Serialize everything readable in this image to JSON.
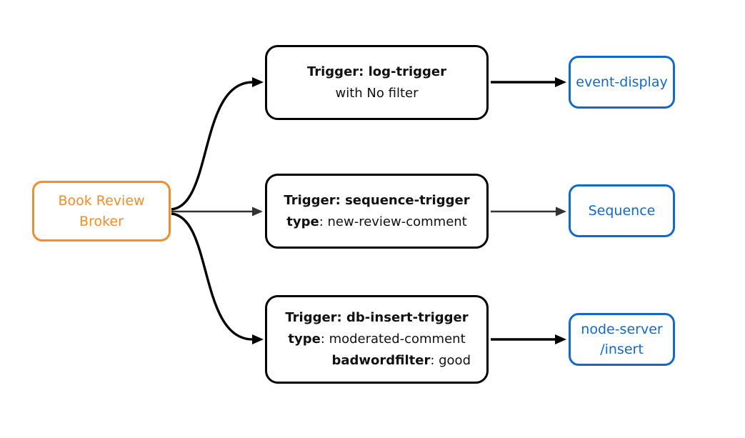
{
  "colors": {
    "background": "#ffffff",
    "broker_accent": "#EF8E2C",
    "trigger_border": "#000000",
    "trigger_text": "#111111",
    "sink_accent": "#1269C7",
    "edge_primary": "#000000",
    "edge_secondary": "#333333"
  },
  "broker": {
    "id": "book-review-broker",
    "lines": [
      {
        "segs": [
          {
            "t": "Book Review"
          }
        ]
      },
      {
        "segs": [
          {
            "t": "Broker"
          }
        ]
      }
    ]
  },
  "triggers": [
    {
      "id": "log-trigger",
      "lines": [
        {
          "segs": [
            {
              "t": "Trigger: log-trigger",
              "b": true
            }
          ]
        },
        {
          "segs": [
            {
              "t": "with No filter"
            }
          ]
        }
      ]
    },
    {
      "id": "sequence-trigger",
      "lines": [
        {
          "segs": [
            {
              "t": "Trigger: sequence-trigger",
              "b": true
            }
          ]
        },
        {
          "segs": [
            {
              "t": "type",
              "b": true
            },
            {
              "t": ": new-review-comment"
            }
          ]
        }
      ]
    },
    {
      "id": "db-insert-trigger",
      "lines": [
        {
          "segs": [
            {
              "t": "Trigger: db-insert-trigger",
              "b": true
            }
          ]
        },
        {
          "segs": [
            {
              "t": "type",
              "b": true
            },
            {
              "t": ": moderated-comment"
            }
          ]
        },
        {
          "align": "right",
          "segs": [
            {
              "t": "badwordfilter",
              "b": true
            },
            {
              "t": ": good"
            }
          ]
        }
      ]
    }
  ],
  "sinks": [
    {
      "id": "event-display",
      "lines": [
        {
          "segs": [
            {
              "t": "event-display"
            }
          ]
        }
      ]
    },
    {
      "id": "sequence",
      "lines": [
        {
          "segs": [
            {
              "t": "Sequence"
            }
          ]
        }
      ]
    },
    {
      "id": "node-server-insert",
      "lines": [
        {
          "segs": [
            {
              "t": "node-server"
            }
          ]
        },
        {
          "segs": [
            {
              "t": "/insert"
            }
          ]
        }
      ]
    }
  ],
  "edges": [
    {
      "from": "book-review-broker",
      "to": "log-trigger",
      "style": "primary"
    },
    {
      "from": "book-review-broker",
      "to": "sequence-trigger",
      "style": "secondary"
    },
    {
      "from": "book-review-broker",
      "to": "db-insert-trigger",
      "style": "primary"
    },
    {
      "from": "log-trigger",
      "to": "event-display",
      "style": "primary"
    },
    {
      "from": "sequence-trigger",
      "to": "sequence",
      "style": "secondary"
    },
    {
      "from": "db-insert-trigger",
      "to": "node-server-insert",
      "style": "primary"
    }
  ]
}
